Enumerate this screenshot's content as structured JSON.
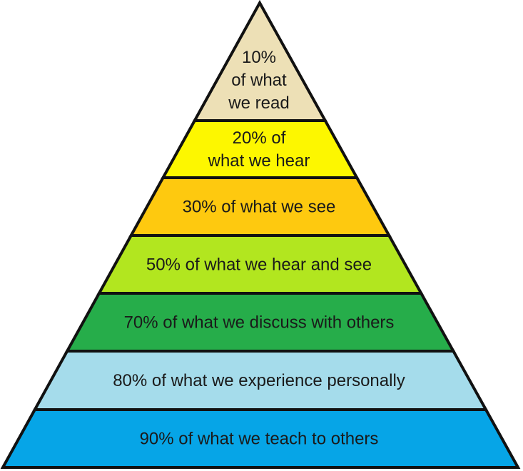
{
  "pyramid": {
    "outline_color": "#111111",
    "tiers": [
      {
        "lines": [
          "10%",
          "of what",
          "we read"
        ],
        "color": "#ede0b6"
      },
      {
        "lines": [
          "20% of",
          "what we hear"
        ],
        "color": "#fdf700"
      },
      {
        "lines": [
          "30% of what we see"
        ],
        "color": "#fec90f"
      },
      {
        "lines": [
          "50% of what we hear and see"
        ],
        "color": "#b2e61f"
      },
      {
        "lines": [
          "70% of what we discuss with others"
        ],
        "color": "#26ad4a"
      },
      {
        "lines": [
          "80% of what we experience personally"
        ],
        "color": "#a5dceb"
      },
      {
        "lines": [
          "90% of what we teach to others"
        ],
        "color": "#06a5e7"
      }
    ]
  }
}
